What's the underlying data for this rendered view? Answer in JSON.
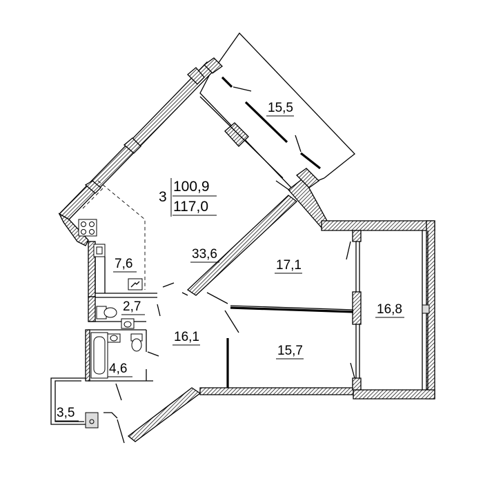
{
  "apartment": {
    "rooms": "3",
    "living_area": "100,9",
    "total_area": "117,0"
  },
  "rooms": [
    {
      "id": "balcony-top",
      "area": "15,5"
    },
    {
      "id": "living-room",
      "area": "33,6"
    },
    {
      "id": "kitchen",
      "area": "7,6"
    },
    {
      "id": "bedroom-1",
      "area": "17,1"
    },
    {
      "id": "loggia-right",
      "area": "16,8"
    },
    {
      "id": "toilet",
      "area": "2,7"
    },
    {
      "id": "hallway",
      "area": "16,1"
    },
    {
      "id": "bedroom-2",
      "area": "15,7"
    },
    {
      "id": "bathroom",
      "area": "4,6"
    },
    {
      "id": "balcony-left",
      "area": "3,5"
    }
  ],
  "colors": {
    "wall_hatch": "#000000",
    "background": "#ffffff"
  }
}
